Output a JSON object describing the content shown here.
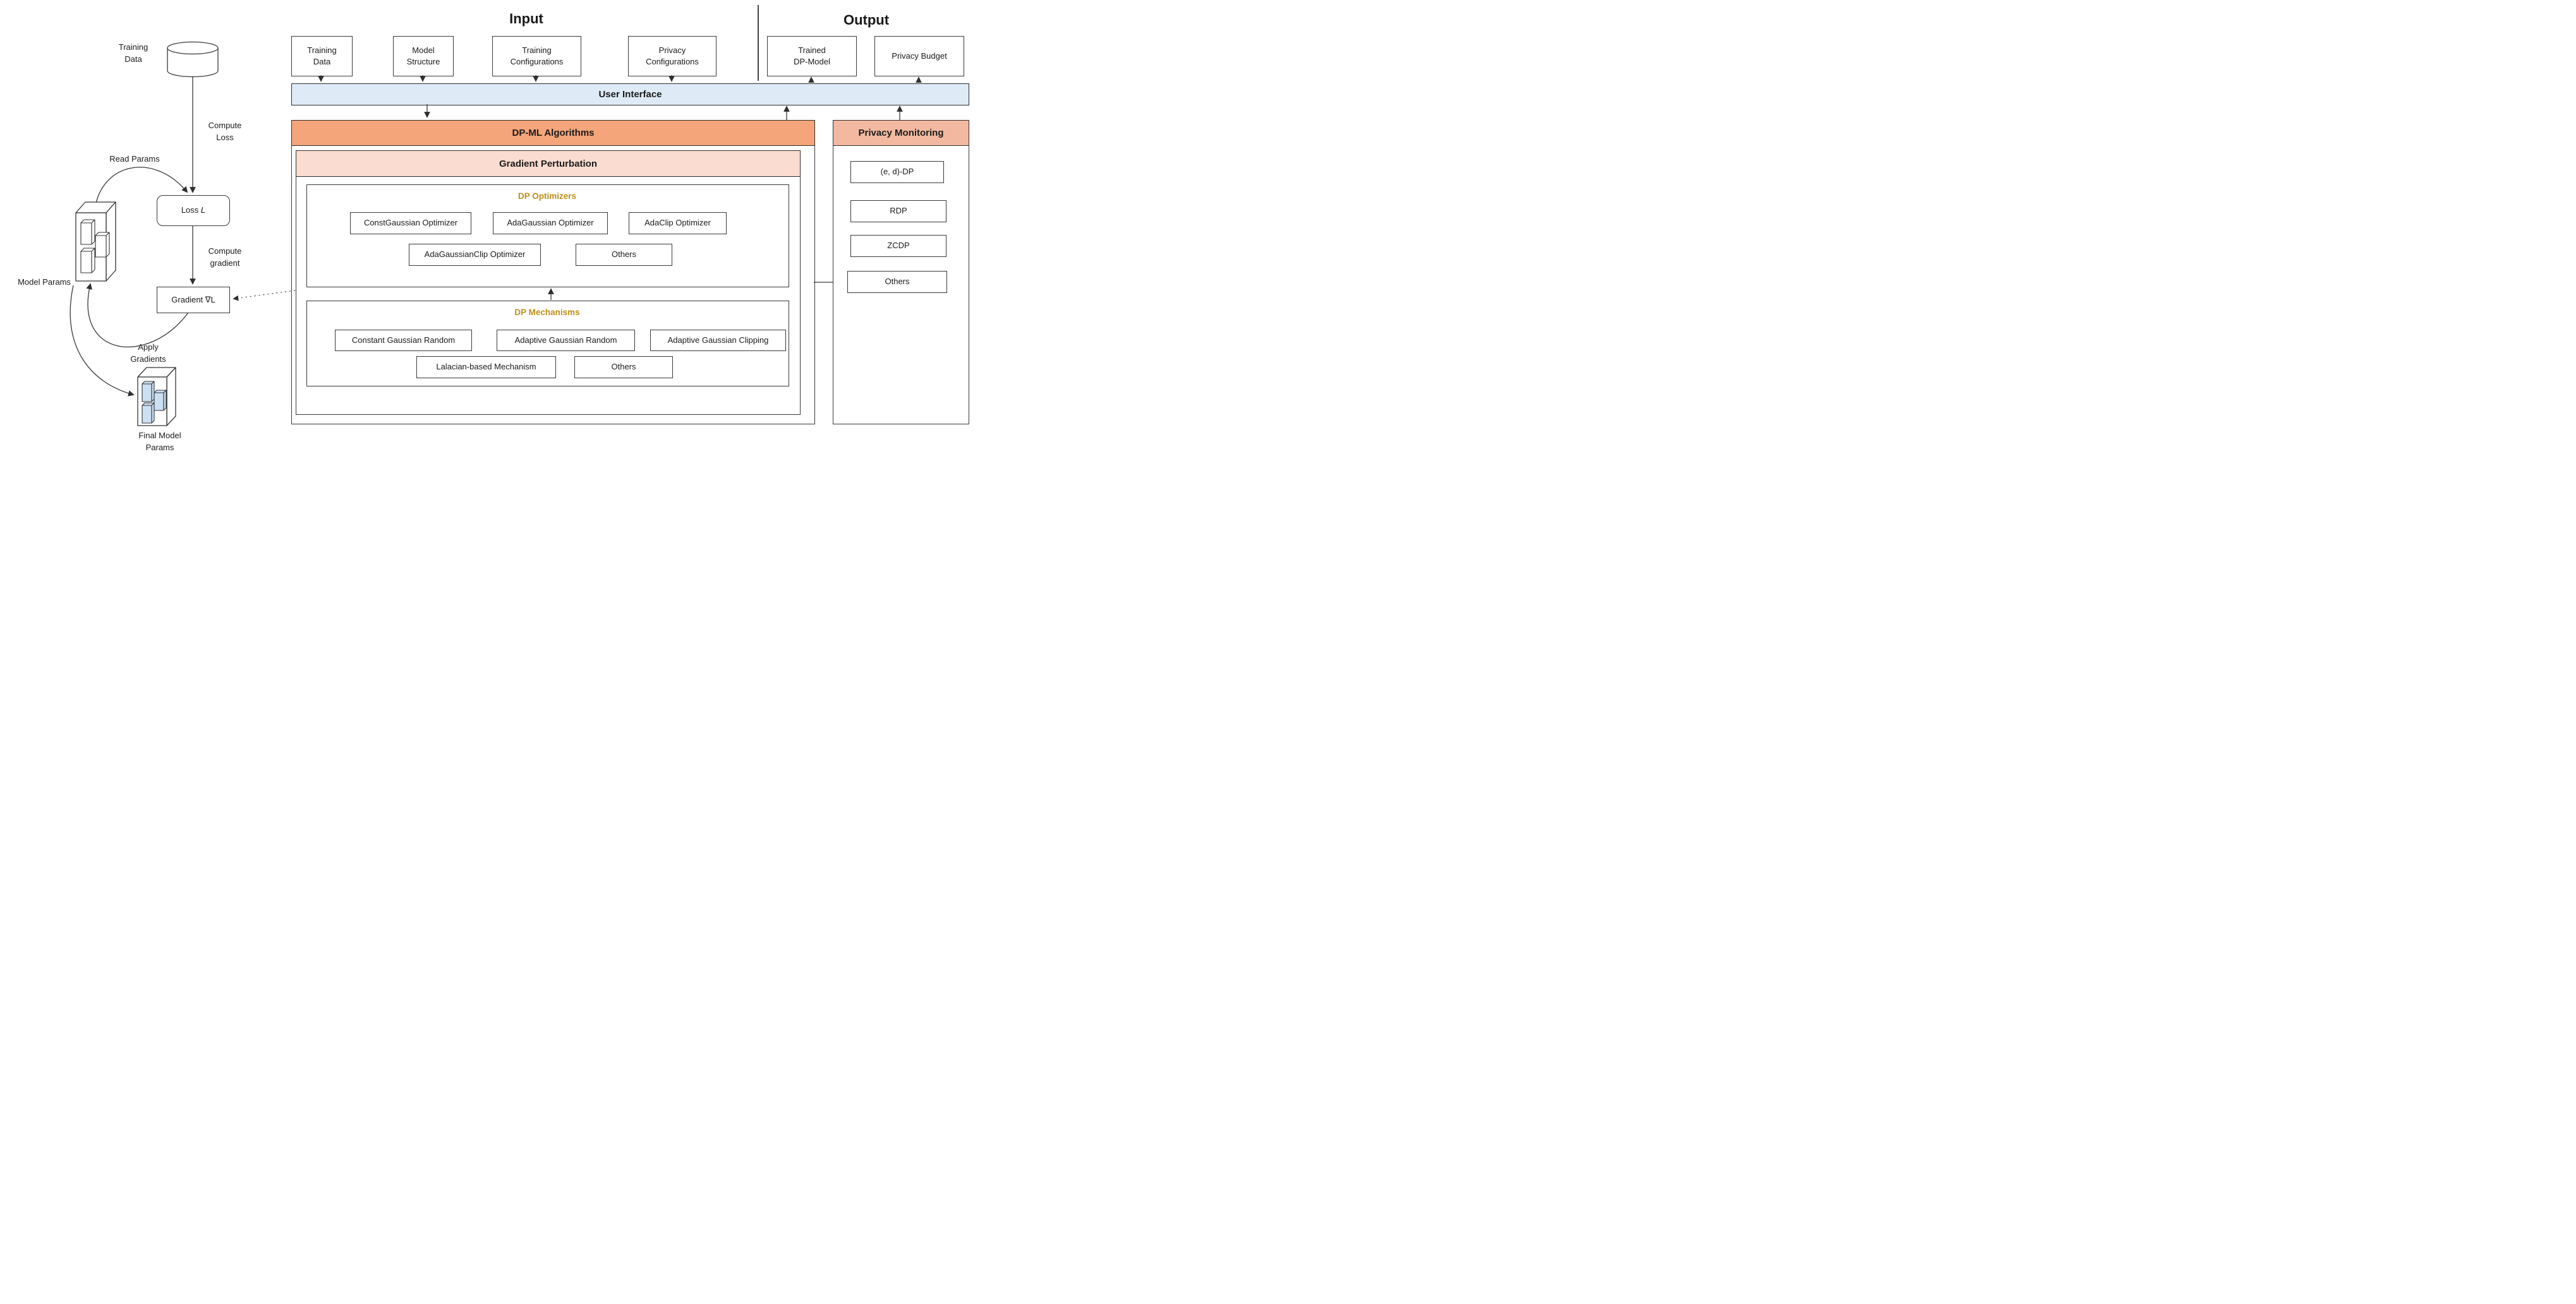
{
  "titles": {
    "input": "Input",
    "output": "Output"
  },
  "left_flow": {
    "training_data_label": "Training\nData",
    "database_label": "Data",
    "compute_loss_label": "Compute\nLoss",
    "read_params_label": "Read Params",
    "loss_node_prefix": "Loss",
    "loss_node_symbol": "L",
    "compute_gradient_label": "Compute\ngradient",
    "gradient_node": "Gradient ∇L",
    "model_params_label": "Model Params",
    "apply_gradients_label": "Apply\nGradients",
    "final_model_params_label": "Final Model\nParams"
  },
  "input_boxes": {
    "training_data": "Training\nData",
    "model_structure": "Model\nStructure",
    "training_configurations": "Training\nConfigurations",
    "privacy_configurations": "Privacy\nConfigurations"
  },
  "output_boxes": {
    "trained_dp_model": "Trained\nDP-Model",
    "privacy_budget": "Privacy Budget"
  },
  "user_interface": {
    "label": "User Interface"
  },
  "dp_ml": {
    "header": "DP-ML Algorithms",
    "gradient_perturbation": {
      "header": "Gradient Perturbation",
      "dp_optimizers": {
        "title": "DP Optimizers",
        "items": [
          "ConstGaussian Optimizer",
          "AdaGaussian Optimizer",
          "AdaClip Optimizer",
          "AdaGaussianClip Optimizer",
          "Others"
        ]
      },
      "dp_mechanisms": {
        "title": "DP Mechanisms",
        "items": [
          "Constant Gaussian Random",
          "Adaptive Gaussian Random",
          "Adaptive Gaussian Clipping",
          "Lalacian-based Mechanism",
          "Others"
        ]
      }
    }
  },
  "privacy_monitoring": {
    "header": "Privacy Monitoring",
    "items": [
      "(e, d)-DP",
      "RDP",
      "ZCDP",
      "Others"
    ]
  },
  "icons": {
    "database": "cylinder",
    "model_params": "3d-box-with-tensors",
    "final_model_params": "3d-box-with-blue-tensors"
  },
  "colors": {
    "dp_ml_header": "#F4A579",
    "privacy_monitoring_header": "#F2B9A0",
    "gradient_perturbation_header": "#FBDCD0",
    "user_interface_bar": "#DEEBF7",
    "accent_gold": "#BE8F1A",
    "param_tensor_blue": "#CCE0F4",
    "line": "#3a3a3a"
  }
}
